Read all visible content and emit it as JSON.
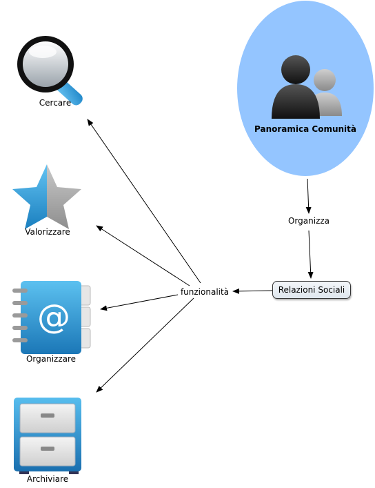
{
  "community": {
    "title": "Panoramica Comunità",
    "color": "#94c5ff"
  },
  "edges": {
    "organizza_label": "Organizza"
  },
  "nodes": {
    "relazioni": "Relazioni Sociali",
    "funzionalita": "funzionalità",
    "cercare": "Cercare",
    "valorizzare": "Valorizzare",
    "organizzare": "Organizzare",
    "archiviare": "Archiviare"
  },
  "icons": {
    "search": "magnifier-icon",
    "star": "star-icon",
    "addressbook": "address-book-icon",
    "cabinet": "filing-cabinet-icon",
    "people": "people-icon"
  }
}
